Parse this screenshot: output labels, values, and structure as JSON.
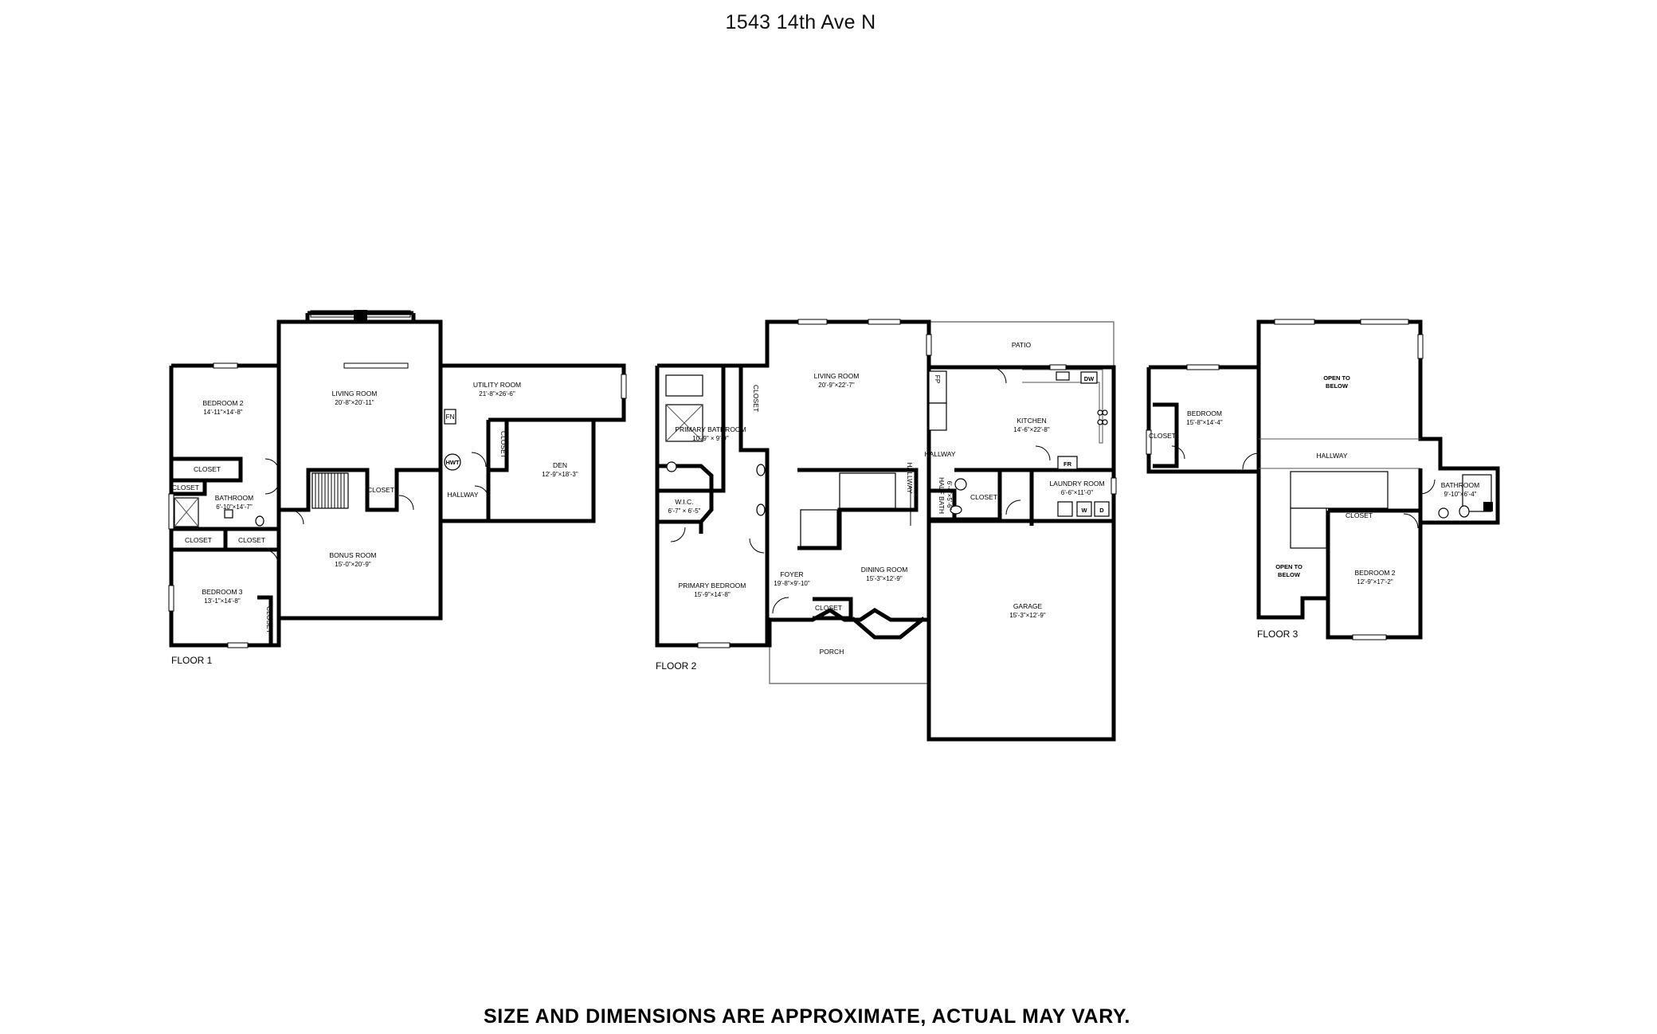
{
  "title": "1543 14th Ave N",
  "footer": "SIZE AND DIMENSIONS ARE APPROXIMATE, ACTUAL MAY VARY.",
  "floor1": {
    "label": "FLOOR 1",
    "bedroom2": {
      "name": "BEDROOM 2",
      "dim": "14'-11\"×14'-8\""
    },
    "living_room": {
      "name": "LIVING ROOM",
      "dim": "20'-8\"×20'-11\""
    },
    "utility_room": {
      "name": "UTILITY ROOM",
      "dim": "21'-8\"×26'-6\""
    },
    "den": {
      "name": "DEN",
      "dim": "12'-9\"×18'-3\""
    },
    "bathroom": {
      "name": "BATHROOM",
      "dim": "6'-10\"×14'-7\""
    },
    "bonus_room": {
      "name": "BONUS ROOM",
      "dim": "15'-0\"×20'-9\""
    },
    "bedroom3": {
      "name": "BEDROOM 3",
      "dim": "13'-1\"×14'-8\""
    },
    "hallway": "HALLWAY",
    "closet": "CLOSET",
    "fn": "FN",
    "hwt": "HWT"
  },
  "floor2": {
    "label": "FLOOR 2",
    "living_room": {
      "name": "LIVING ROOM",
      "dim": "20'-9\"×22'-7\""
    },
    "patio": "PATIO",
    "kitchen": {
      "name": "KITCHEN",
      "dim": "14'-6\"×22'-8\""
    },
    "primary_bathroom": {
      "name": "PRIMARY BATHROOM",
      "dim": "10'-9\" × 9'-9\""
    },
    "wic": {
      "name": "W.I.C.",
      "dim": "6'-7\" × 6'-5\""
    },
    "primary_bedroom": {
      "name": "PRIMARY BEDROOM",
      "dim": "15'-9\"×14'-8\""
    },
    "foyer": {
      "name": "FOYER",
      "dim": "19'-8\"×9'-10\""
    },
    "dining_room": {
      "name": "DINING ROOM",
      "dim": "15'-3\"×12'-9\""
    },
    "porch": "PORCH",
    "hallway": "HALLWAY",
    "half_bath": {
      "name": "HALF BATH",
      "dim": "6'-4\"×5'-6\""
    },
    "laundry_room": {
      "name": "LAUNDRY ROOM",
      "dim": "6'-6\"×11'-0\""
    },
    "garage": {
      "name": "GARAGE",
      "dim": "15'-3\"×12'-9\""
    },
    "closet": "CLOSET",
    "fp": "FP",
    "dw": "DW",
    "fr": "FR",
    "w": "W",
    "d": "D"
  },
  "floor3": {
    "label": "FLOOR 3",
    "bedroom": {
      "name": "BEDROOM",
      "dim": "15'-8\"×14'-4\""
    },
    "open_to_below": [
      "OPEN TO",
      "BELOW"
    ],
    "hallway": "HALLWAY",
    "bathroom": {
      "name": "BATHROOM",
      "dim": "9'-10\"×6'-4\""
    },
    "bedroom2": {
      "name": "BEDROOM 2",
      "dim": "12'-9\"×17'-2\""
    },
    "closet": "CLOSET"
  }
}
